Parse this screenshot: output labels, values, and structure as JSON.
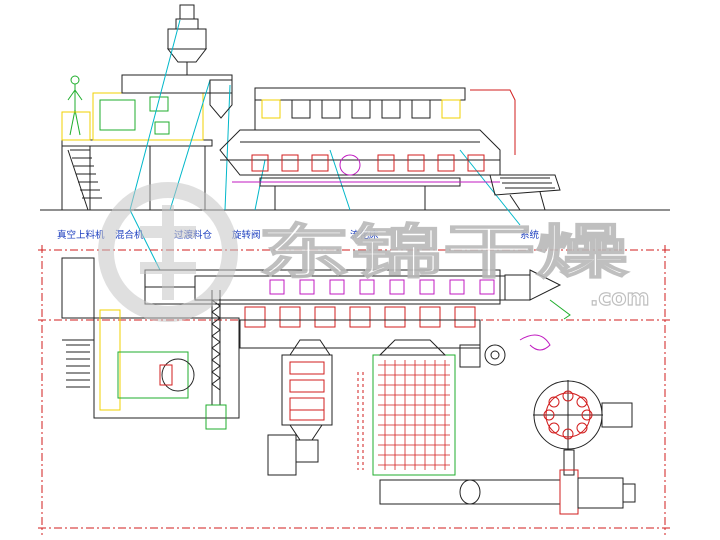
{
  "labels": {
    "l1": "真空上料机",
    "l2": "混合机",
    "l3": "过渡料仓",
    "l4": "旋转阀",
    "l5": "流化床",
    "l6": "系统"
  },
  "watermark": {
    "brand": "东锦干燥",
    "url": ".com"
  },
  "colors": {
    "structure": "#222222",
    "blue": "#1a35c8",
    "cyan": "#00b7c9",
    "red": "#d21e1e",
    "magenta": "#c01ac0",
    "yellow": "#f2d200",
    "green": "#1fae2c",
    "label": "#1d3fbf"
  }
}
